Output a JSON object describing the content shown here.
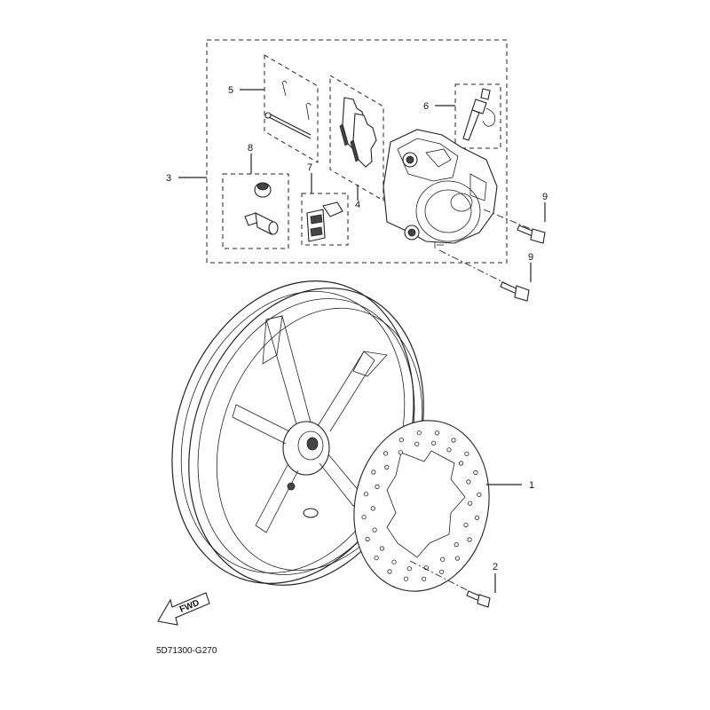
{
  "diagram_code": "5D71300-G270",
  "fwd_label": "FWD",
  "callouts": {
    "c1": "1",
    "c2": "2",
    "c3": "3",
    "c4": "4",
    "c5": "5",
    "c6": "6",
    "c7": "7",
    "c8": "8",
    "c9a": "9",
    "c9b": "9"
  }
}
